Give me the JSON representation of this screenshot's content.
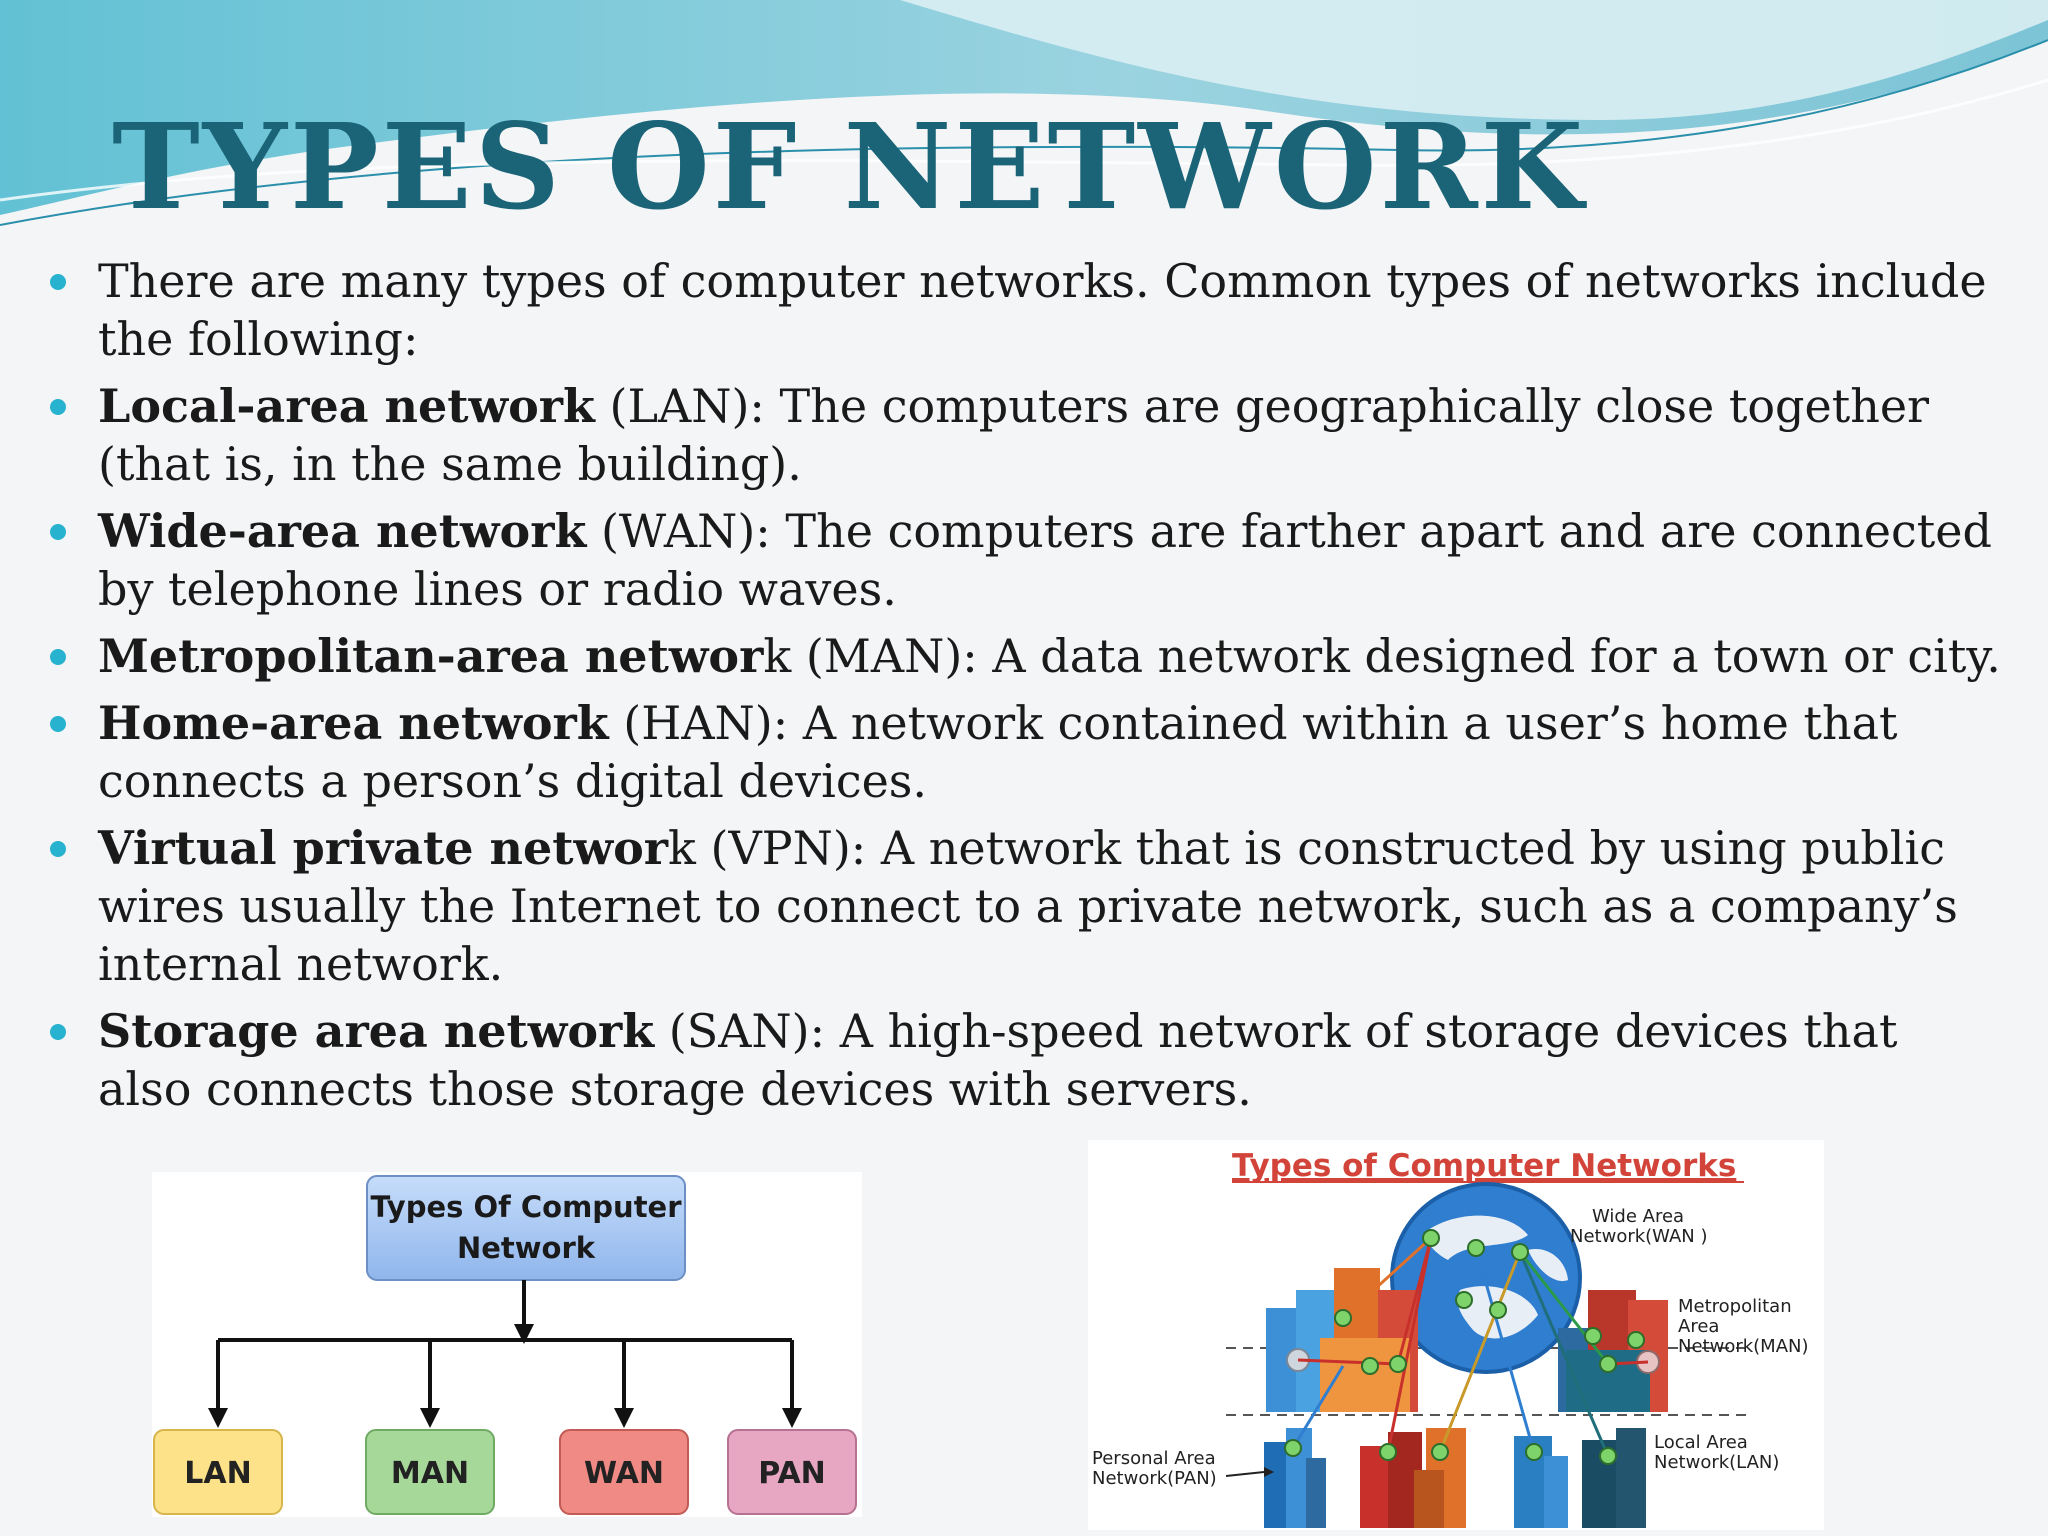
{
  "slide": {
    "title": "Types of Network",
    "intro": "There are many types of computer networks. Common types of networks include the following:",
    "items": [
      {
        "term": "Local-area network",
        "rest": " (LAN): The computers are geographically close together (that is, in the same building)."
      },
      {
        "term": "Wide-area network",
        "rest": " (WAN): The computers are farther apart and are connected by telephone lines or radio waves."
      },
      {
        "term": "Metropolitan-area networ",
        "rest": "k (MAN): A data network designed for a town or city."
      },
      {
        "term": "Home-area network",
        "rest": " (HAN): A network contained within a user’s home that connects a person’s digital devices."
      },
      {
        "term": "Virtual private networ",
        "rest": "k (VPN): A network that is constructed by using public wires usually the Internet to connect to a private network, such as a company’s internal network."
      },
      {
        "term": "Storage area network",
        "rest": " (SAN): A high-speed network of storage devices that also connects those storage devices with servers."
      }
    ]
  },
  "tree_diagram": {
    "root_line1": "Types Of Computer",
    "root_line2": "Network",
    "leaves": [
      {
        "label": "LAN",
        "color": "#fde28a"
      },
      {
        "label": "MAN",
        "color": "#a6d89a"
      },
      {
        "label": "WAN",
        "color": "#f08a85"
      },
      {
        "label": "PAN",
        "color": "#e7a6c2"
      }
    ]
  },
  "network_diagram": {
    "title": "Types of Computer Networks",
    "wan_line1": "Wide Area",
    "wan_line2": "Network(WAN )",
    "man_line1": "Metropolitan",
    "man_line2": "Area",
    "man_line3": "Network(MAN)",
    "lan_line1": "Local Area",
    "lan_line2": "Network(LAN)",
    "pan_line1": "Personal Area",
    "pan_line2": "Network(PAN)"
  },
  "colors": {
    "title": "#1b6478",
    "bullet": "#27b2cf",
    "diagram_title": "#d2443a"
  }
}
